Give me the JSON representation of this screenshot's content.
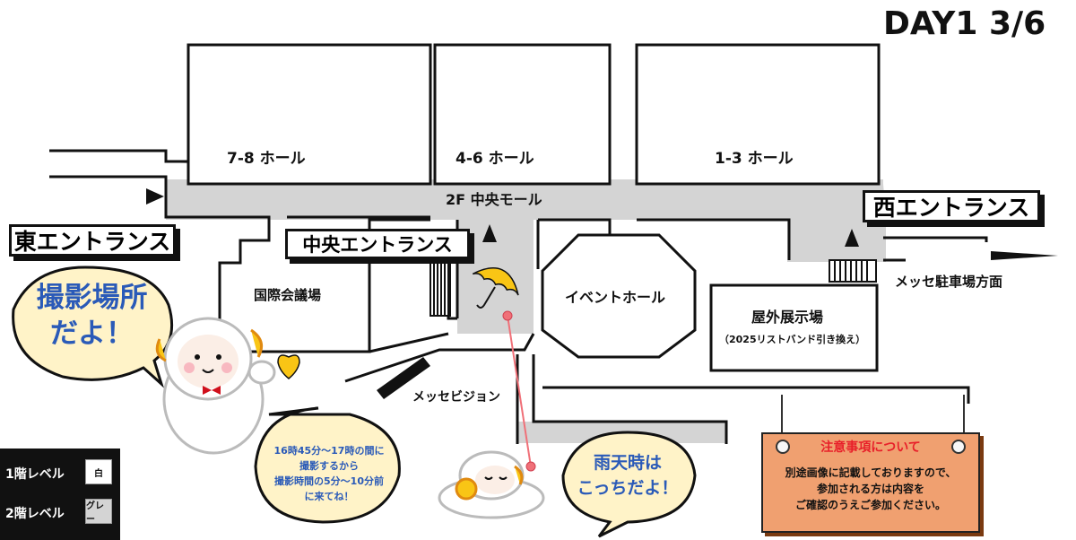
{
  "header": {
    "day_label": "DAY1 3/6"
  },
  "halls": {
    "hall_78": "7-8 ホール",
    "hall_46": "4-6 ホール",
    "hall_13": "1-3 ホール"
  },
  "mall": {
    "label": "2F 中央モール"
  },
  "entrances": {
    "east": "東エントランス",
    "central": "中央エントランス",
    "west": "西エントランス"
  },
  "areas": {
    "conference": "国際会議場",
    "event_hall": "イベントホール",
    "outdoor": "屋外展示場",
    "outdoor_note": "（2025リストバンド引き換え）",
    "messe_vision": "メッセビジョン",
    "parking_direction": "メッセ駐車場方面"
  },
  "bubbles": {
    "photo_spot_line1": "撮影場所",
    "photo_spot_line2": "だよ！",
    "schedule_line1": "16時45分～17時の間に",
    "schedule_line2": "撮影するから",
    "schedule_line3": "撮影時間の5分～10分前",
    "schedule_line4": "に来てね！",
    "rain_line1": "雨天時は",
    "rain_line2": "こっちだよ！"
  },
  "legend": {
    "floor1_label": "1階レベル",
    "floor1_swatch": "白",
    "floor2_label": "2階レベル",
    "floor2_swatch": "グレー"
  },
  "notice": {
    "title": "注意事項について",
    "line1": "別途画像に記載しておりますので、",
    "line2": "参加される方は内容を",
    "line3": "ご確認のうえご参加ください。"
  },
  "colors": {
    "floor2_gray": "#d4d4d4",
    "bubble_fill": "#fff3c8",
    "bubble_text": "#2a5ab8",
    "accent_yellow": "#f9c515",
    "notice_fill": "#f0a070",
    "notice_title": "#e8202a"
  }
}
